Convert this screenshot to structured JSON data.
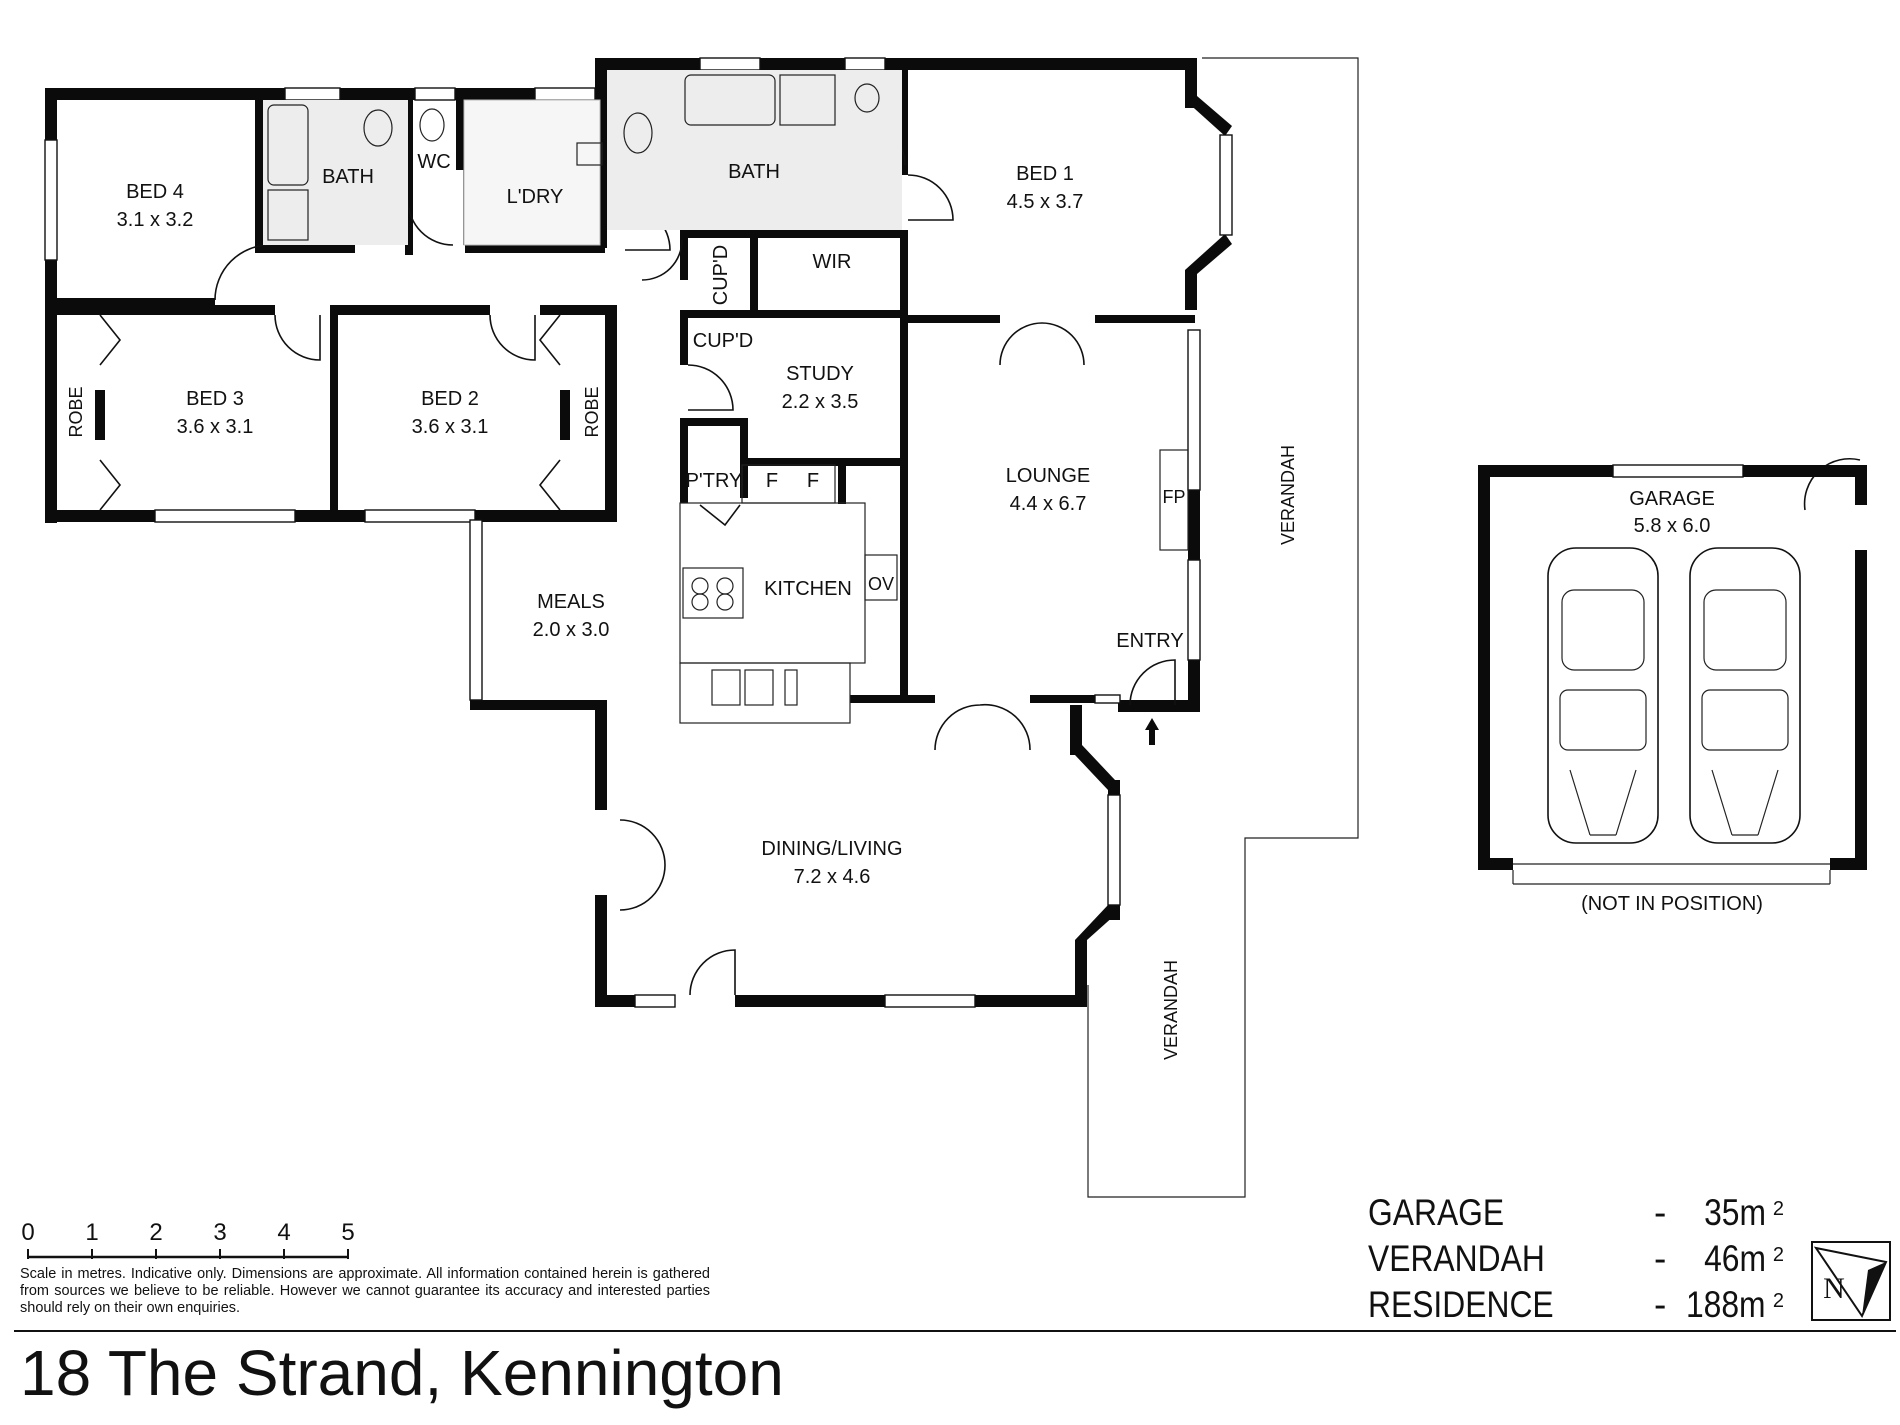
{
  "address": "18 The Strand, Kennington",
  "disclaimer": "Scale in metres. Indicative only. Dimensions are approximate. All information contained herein is gathered from sources we believe to be reliable. However we cannot guarantee its accuracy and interested parties should rely on their own enquiries.",
  "scale": {
    "ticks": [
      "0",
      "1",
      "2",
      "3",
      "4",
      "5"
    ]
  },
  "rooms": {
    "bed4": {
      "name": "BED 4",
      "size": "3.1 x 3.2"
    },
    "bath_left": {
      "name": "BATH"
    },
    "wc": {
      "name": "WC"
    },
    "laundry": {
      "name": "L'DRY"
    },
    "bath_main": {
      "name": "BATH"
    },
    "bed1": {
      "name": "BED 1",
      "size": "4.5 x 3.7"
    },
    "wir": {
      "name": "WIR"
    },
    "cupd_upper": {
      "name": "CUP'D"
    },
    "cupd_lower": {
      "name": "CUP'D"
    },
    "bed3": {
      "name": "BED 3",
      "size": "3.6 x 3.1"
    },
    "bed2": {
      "name": "BED 2",
      "size": "3.6 x 3.1"
    },
    "robe_left": {
      "name": "ROBE"
    },
    "robe_right": {
      "name": "ROBE"
    },
    "study": {
      "name": "STUDY",
      "size": "2.2 x 3.5"
    },
    "pantry": {
      "name": "P'TRY"
    },
    "fridge1": {
      "name": "F"
    },
    "fridge2": {
      "name": "F"
    },
    "kitchen": {
      "name": "KITCHEN"
    },
    "oven": {
      "name": "OV"
    },
    "meals": {
      "name": "MEALS",
      "size": "2.0 x 3.0"
    },
    "lounge": {
      "name": "LOUNGE",
      "size": "4.4 x 6.7"
    },
    "fireplace": {
      "name": "FP"
    },
    "entry": {
      "name": "ENTRY"
    },
    "dining": {
      "name": "DINING/LIVING",
      "size": "7.2 x 4.6"
    },
    "verandah_upper": {
      "name": "VERANDAH"
    },
    "verandah_lower": {
      "name": "VERANDAH"
    },
    "garage": {
      "name": "GARAGE",
      "size": "5.8 x 6.0"
    },
    "garage_note": {
      "name": "(NOT IN POSITION)"
    }
  },
  "areas": [
    {
      "name": "GARAGE",
      "dash": "-",
      "value": "35m",
      "unit": "2"
    },
    {
      "name": "VERANDAH",
      "dash": "-",
      "value": "46m",
      "unit": "2"
    },
    {
      "name": "RESIDENCE",
      "dash": "-",
      "value": "188m",
      "unit": "2"
    }
  ],
  "north": {
    "letter": "N"
  }
}
